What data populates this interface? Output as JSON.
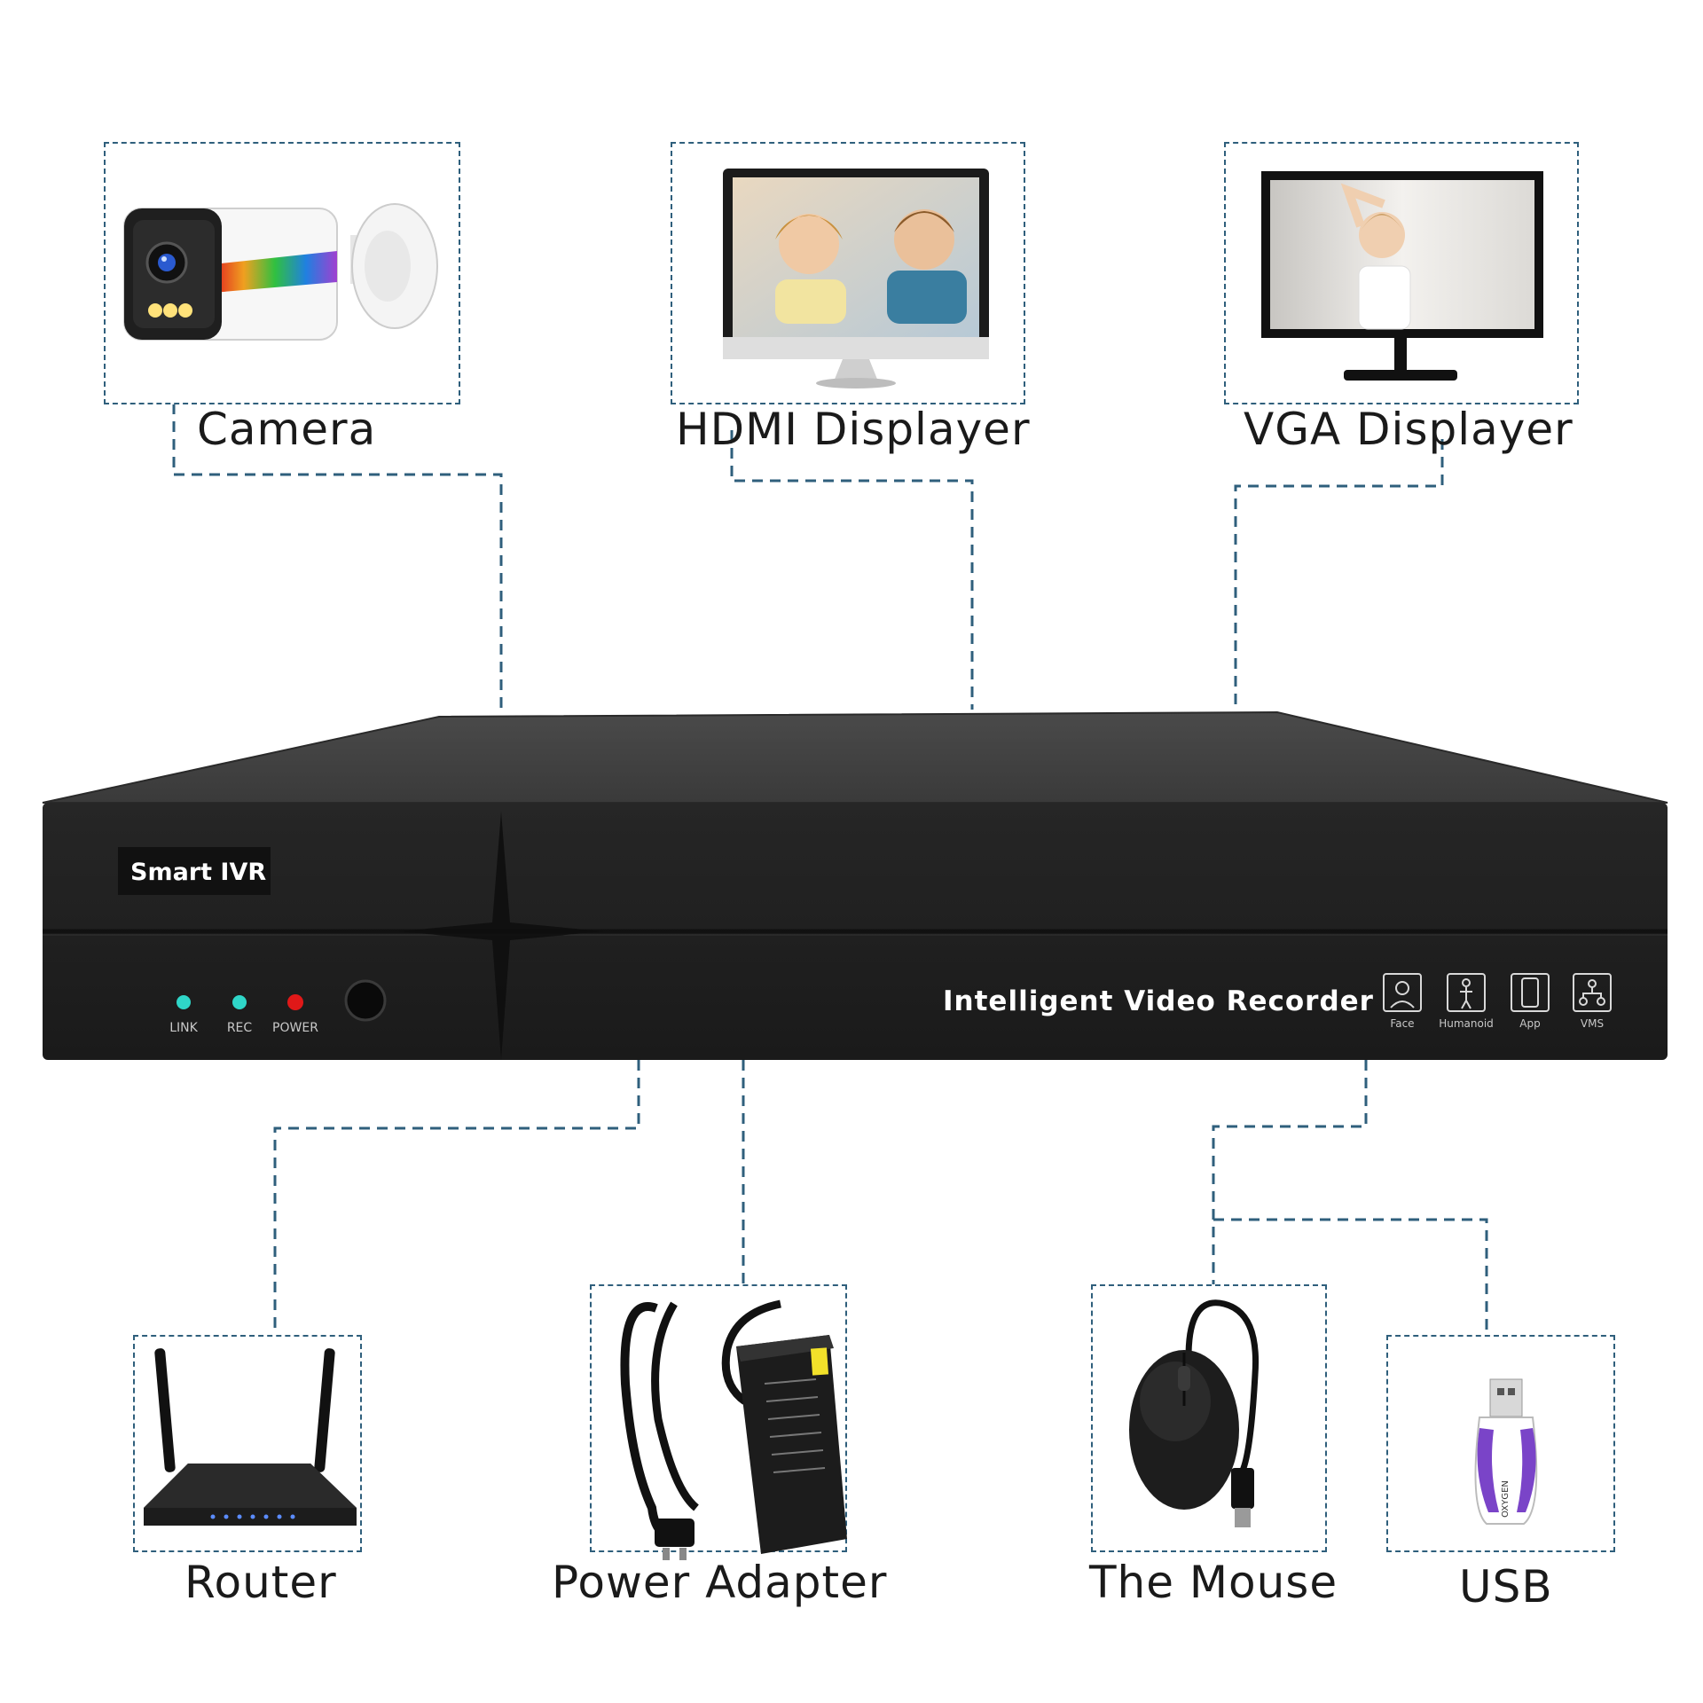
{
  "devices": {
    "camera": {
      "label": "Camera"
    },
    "hdmi": {
      "label": "HDMI Displayer"
    },
    "vga": {
      "label": "VGA Displayer"
    },
    "router": {
      "label": "Router"
    },
    "power": {
      "label": "Power Adapter"
    },
    "mouse": {
      "label": "The Mouse"
    },
    "usb": {
      "label": "USB"
    }
  },
  "nvr": {
    "brand": "Smart IVR",
    "title": "Intelligent Video Recorder",
    "indicators": [
      {
        "label": "LINK",
        "color": "#2fd6c8"
      },
      {
        "label": "REC",
        "color": "#2fd6c8"
      },
      {
        "label": "POWER",
        "color": "#e01818"
      }
    ],
    "features": [
      {
        "label": "Face",
        "icon": "face-icon"
      },
      {
        "label": "Humanoid",
        "icon": "humanoid-icon"
      },
      {
        "label": "App",
        "icon": "phone-icon"
      },
      {
        "label": "VMS",
        "icon": "network-icon"
      }
    ]
  },
  "usb_brand": "OXYGEN",
  "colors": {
    "connector": "#2f5f7c",
    "device_body": "#1e1e1e"
  }
}
